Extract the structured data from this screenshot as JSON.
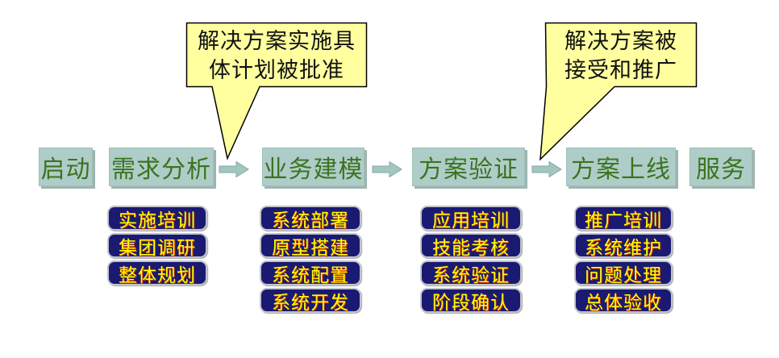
{
  "callouts": [
    {
      "lines": [
        "解决方案实施具",
        "体计划被批准"
      ]
    },
    {
      "lines": [
        "解决方案被",
        "接受和推广"
      ]
    }
  ],
  "stages": [
    {
      "label": "启动",
      "tasks": []
    },
    {
      "label": "需求分析",
      "tasks": [
        "实施培训",
        "集团调研",
        "整体规划"
      ]
    },
    {
      "label": "业务建模",
      "tasks": [
        "系统部署",
        "原型搭建",
        "系统配置",
        "系统开发"
      ]
    },
    {
      "label": "方案验证",
      "tasks": [
        "应用培训",
        "技能考核",
        "系统验证",
        "阶段确认"
      ]
    },
    {
      "label": "方案上线",
      "tasks": [
        "推广培训",
        "系统维护",
        "问题处理",
        "总体验收"
      ]
    },
    {
      "label": "服务",
      "tasks": []
    }
  ],
  "colors": {
    "stage_fill": "#aecdc8",
    "stage_edge": "#9fbfb9",
    "stage_shadow": "#a0b4af",
    "stage_text": "#3c731f",
    "task_fill": "#1a1a72",
    "task_border": "#c0c3cc",
    "task_text": "#ffff00",
    "task_text_shadow": "#cc3300",
    "callout_fill": "#ffffa0",
    "callout_border": "#000000",
    "arrow_fill": "#a3c6c0",
    "arrow_stroke": "#80a9a2"
  }
}
